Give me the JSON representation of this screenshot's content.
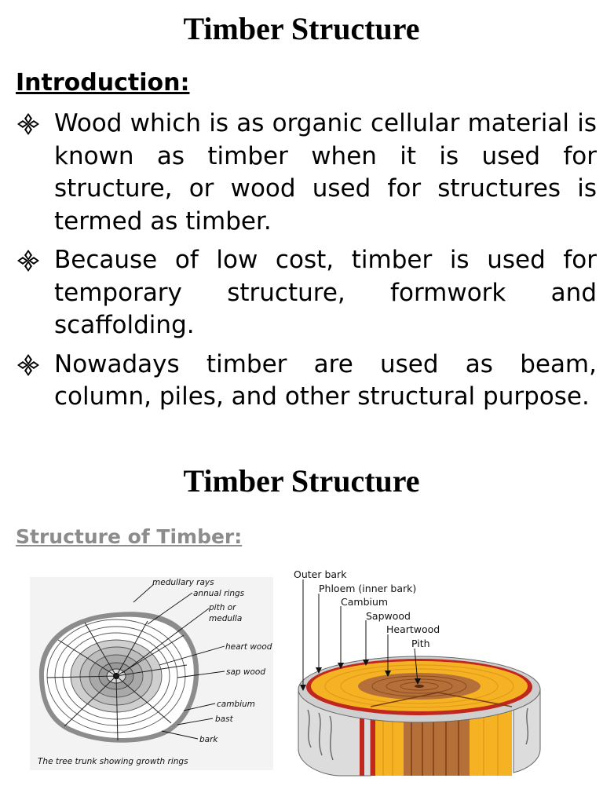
{
  "title": "Timber Structure",
  "intro": {
    "heading": "Introduction:",
    "bullets": [
      "Wood which is as organic cellular material is known as timber when it is used for structure, or wood used for structures is termed as timber.",
      "Because of low cost, timber is used for temporary structure, formwork and scaffolding.",
      "Nowadays timber are used as beam, column, piles, and other structural purpose."
    ],
    "bullet_icon": "four-diamond-bullet-icon"
  },
  "second_title": "Timber Structure",
  "structure": {
    "heading": "Structure of Timber:",
    "ring_diagram": {
      "labels": {
        "medullary_rays": "medullary rays",
        "annual_rings": "annual rings",
        "pith_1": "pith or",
        "pith_2": "medulla",
        "heart_wood": "heart wood",
        "sap_wood": "sap wood",
        "cambium": "cambium",
        "bast": "bast",
        "bark": "bark"
      },
      "caption": "The tree trunk showing growth rings"
    },
    "wedge_diagram": {
      "labels": {
        "outer_bark": "Outer bark",
        "phloem": "Phloem (inner bark)",
        "cambium": "Cambium",
        "sapwood": "Sapwood",
        "heartwood": "Heartwood",
        "pith": "Pith"
      }
    }
  },
  "colors": {
    "heading_gray": "#8c8c8c",
    "sapwood": "#f5b324",
    "heartwood": "#b5703a",
    "bark_red": "#c0281f",
    "outer_bark": "#d9d9d9"
  }
}
